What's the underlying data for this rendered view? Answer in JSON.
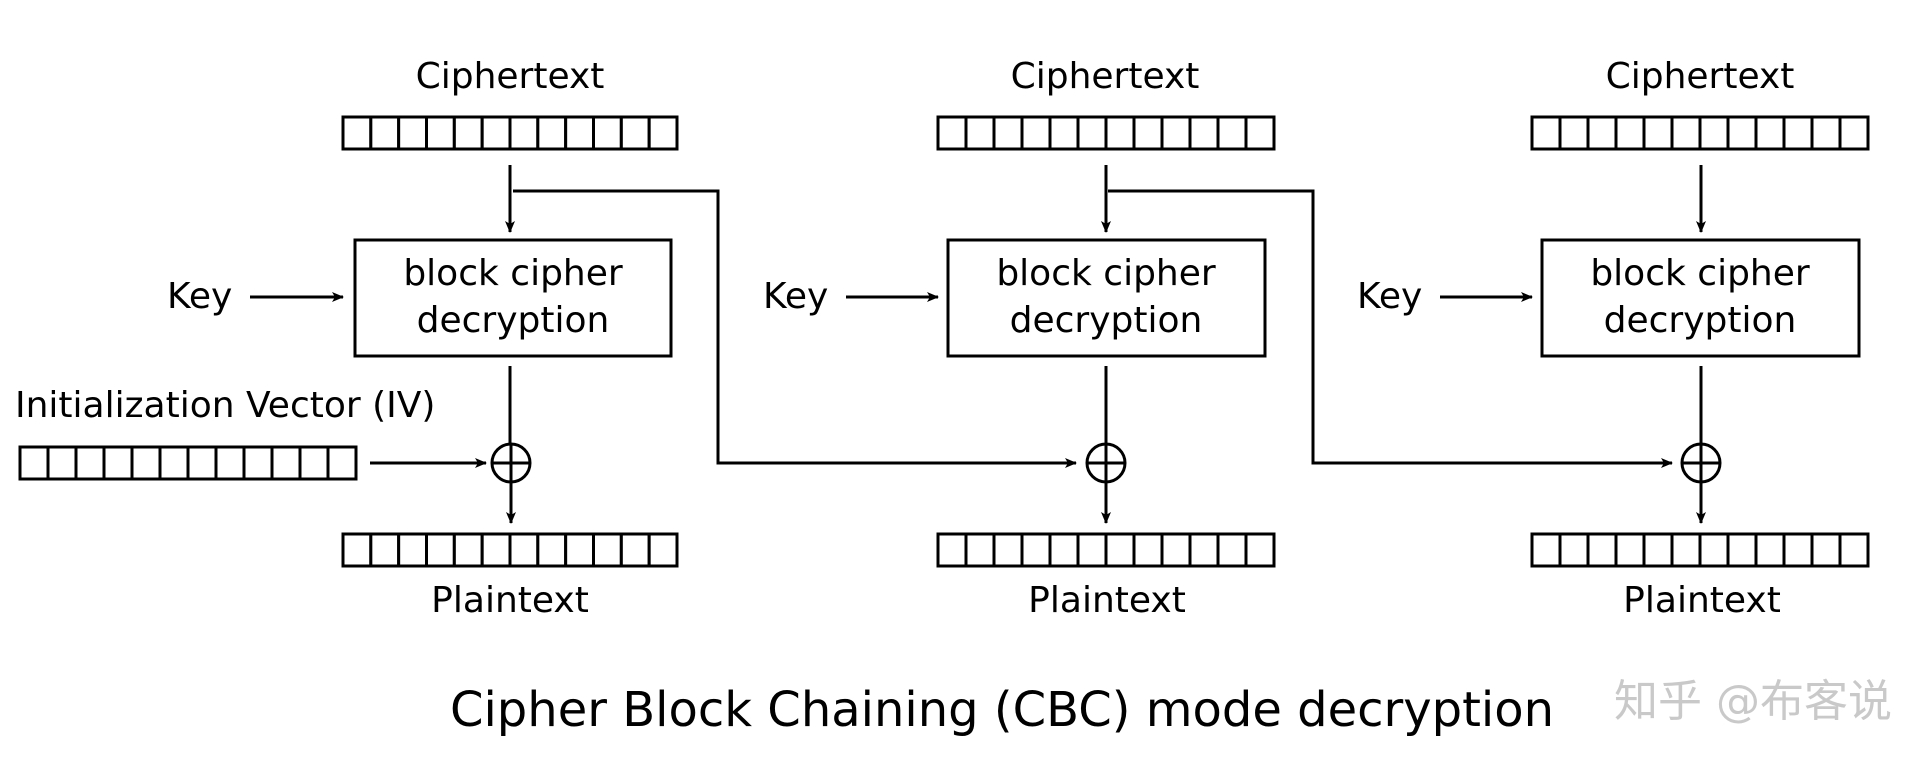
{
  "colors": {
    "ink": "#000000",
    "background": "#ffffff",
    "watermark": "#c9c9c9"
  },
  "icons": {
    "xor": "xor-icon",
    "arrow": "arrow-head-icon"
  },
  "stages": [
    {
      "ciphertext_label": "Ciphertext",
      "key_label": "Key",
      "box_line1": "block cipher",
      "box_line2": "decryption",
      "plaintext_label": "Plaintext"
    },
    {
      "ciphertext_label": "Ciphertext",
      "key_label": "Key",
      "box_line1": "block cipher",
      "box_line2": "decryption",
      "plaintext_label": "Plaintext"
    },
    {
      "ciphertext_label": "Ciphertext",
      "key_label": "Key",
      "box_line1": "block cipher",
      "box_line2": "decryption",
      "plaintext_label": "Plaintext"
    }
  ],
  "iv_label": "Initialization Vector (IV)",
  "caption": "Cipher Block Chaining (CBC) mode decryption",
  "watermark": "知乎 @布客说"
}
